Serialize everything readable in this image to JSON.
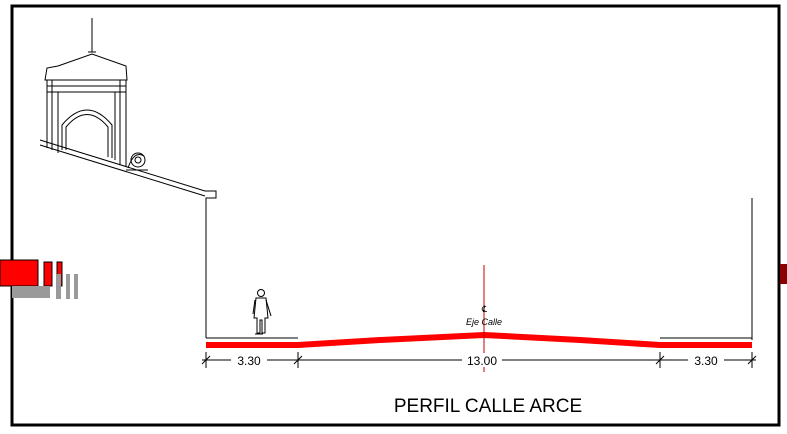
{
  "title": "PERFIL CALLE ARCE",
  "dimensions": [
    {
      "label": "3.30"
    },
    {
      "label": "13.00"
    },
    {
      "label": "3.30"
    }
  ],
  "axis_label": "Eje Calle",
  "colors": {
    "pavement": "#ff0000",
    "line": "#000000",
    "frame": "#000000",
    "gray_tab": "#9a9a9a",
    "dark_red": "#8b0000"
  },
  "icons": [
    "pedestrian-figure",
    "church-cupola"
  ]
}
